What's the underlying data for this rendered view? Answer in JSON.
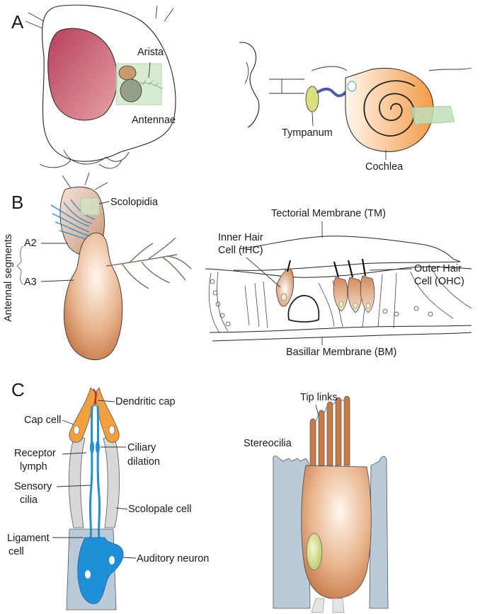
{
  "panels": {
    "a": {
      "letter": "A",
      "arista": "Arista",
      "antennae": "Antennae",
      "tympanum": "Tympanum",
      "cochlea": "Cochlea"
    },
    "b": {
      "letter": "B",
      "scolopidia": "Scolopidia",
      "antennal_segments": "Antennal segments",
      "a2": "A2",
      "a3": "A3",
      "tm": "Tectorial Membrane (TM)",
      "ihc_line1": "Inner Hair",
      "ihc_line2": "Cell (IHC)",
      "ohc_line1": "Outer Hair",
      "ohc_line2": "Cell (OHC)",
      "bm": "Basillar Membrane (BM)"
    },
    "c": {
      "letter": "C",
      "dendritic_cap": "Dendritic cap",
      "cap_cell": "Cap cell",
      "receptor_lymph_line1": "Receptor",
      "receptor_lymph_line2": "lymph",
      "ciliary_dilation_line1": "Ciliary",
      "ciliary_dilation_line2": "dilation",
      "sensory_cilia_line1": "Sensory",
      "sensory_cilia_line2": "cilia",
      "scolopale_cell": "Scolopale cell",
      "ligament_cell_line1": "Ligament",
      "ligament_cell_line2": "cell",
      "auditory_neuron": "Auditory neuron",
      "tip_links": "Tip links",
      "stereocilia": "Stereocilia"
    }
  },
  "colors": {
    "eye": "#c8546a",
    "antenna_box": "#cfe8c8",
    "cochlea": "#f3a257",
    "tympanum": "#d7e07a",
    "neuron": "#1f8fd8",
    "cap_cell": "#f2a03c",
    "support_cell": "#b9cbd8",
    "hair_cell": "#d9a37a"
  }
}
